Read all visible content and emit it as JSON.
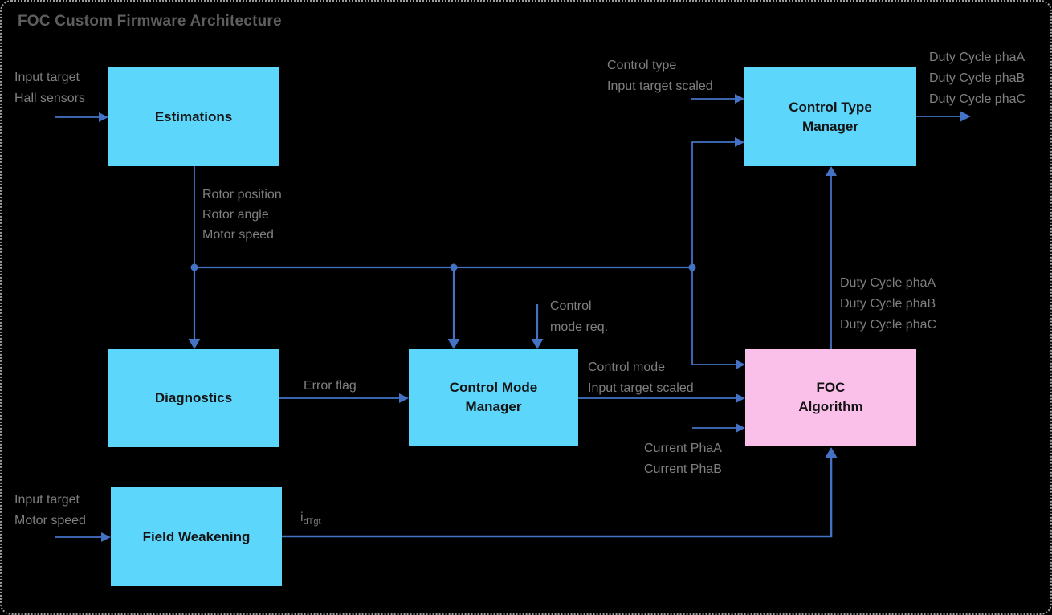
{
  "title": "FOC Custom Firmware Architecture",
  "colors": {
    "box_cyan": "#5CD6FA",
    "box_pink": "#FAC0EA",
    "arrow_blue": "#4472C4",
    "label_gray": "#7F7F7F",
    "title_gray": "#5E5E5E",
    "node_text": "#141414",
    "border_gray": "#9C9C9C",
    "bg": "#000000"
  },
  "nodes": {
    "estimations": {
      "label": "Estimations"
    },
    "control_type_manager": {
      "line1": "Control Type",
      "line2": "Manager"
    },
    "diagnostics": {
      "label": "Diagnostics"
    },
    "control_mode_manager": {
      "line1": "Control Mode",
      "line2": "Manager"
    },
    "foc_algorithm": {
      "line1": "FOC",
      "line2": "Algorithm"
    },
    "field_weakening": {
      "label": "Field Weakening"
    }
  },
  "signals": {
    "estimations_in": {
      "line1": "Input target",
      "line2": "Hall sensors"
    },
    "estimations_out": {
      "line1": "Rotor position",
      "line2": "Rotor angle",
      "line3": "Motor speed"
    },
    "ctm_in": {
      "line1": "Control type",
      "line2": "Input target scaled"
    },
    "ctm_out": {
      "line1": "Duty Cycle phaA",
      "line2": "Duty Cycle phaB",
      "line3": "Duty Cycle phaC"
    },
    "foc_to_ctm": {
      "line1": "Duty Cycle phaA",
      "line2": "Duty Cycle phaB",
      "line3": "Duty Cycle phaC"
    },
    "diagnostics_out": "Error flag",
    "control_mode_req": {
      "line1": "Control",
      "line2": "mode req."
    },
    "cmm_out": {
      "line1": "Control mode",
      "line2": "Input target scaled"
    },
    "foc_current_in": {
      "line1": "Current PhaA",
      "line2": "Current PhaB"
    },
    "fw_in": {
      "line1": "Input target",
      "line2": "Motor speed"
    },
    "fw_out": {
      "base": "i",
      "sub": "dTgt"
    }
  }
}
